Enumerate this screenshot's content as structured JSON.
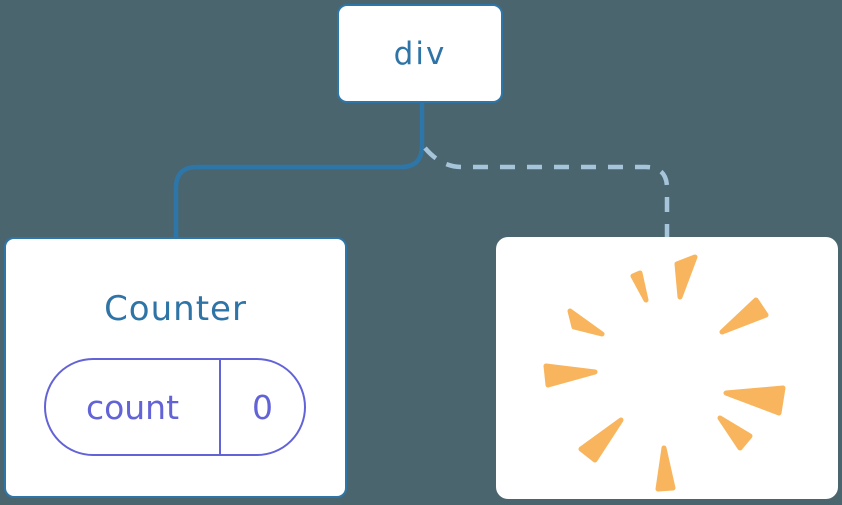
{
  "colors": {
    "background": "#4a656e",
    "accent-blue": "#2f74a6",
    "line-blue": "#2f76a8",
    "dashed-blue": "#a6c5da",
    "purple": "#6363d8",
    "orange": "#f8b55e",
    "card-bg": "#ffffff"
  },
  "tree": {
    "root_label": "div",
    "counter": {
      "title": "Counter",
      "state_key": "count",
      "state_value": "0"
    },
    "removed": {
      "icon": "poof-explosion"
    }
  }
}
